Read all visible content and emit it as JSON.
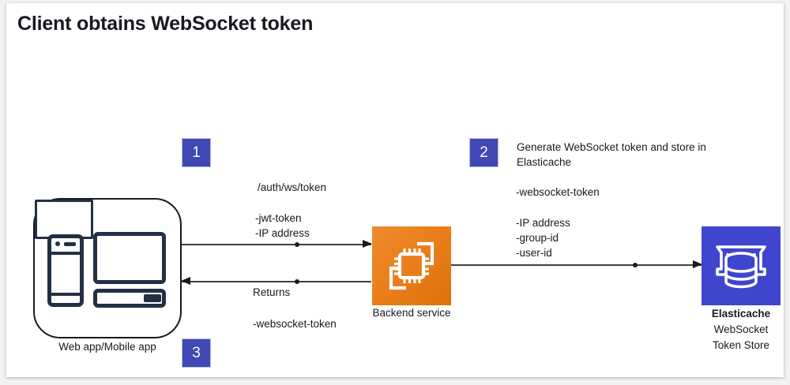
{
  "diagram": {
    "title": "Client obtains WebSocket token",
    "steps": [
      {
        "number": "1",
        "text": ""
      },
      {
        "number": "2",
        "text": "Generate WebSocket token and store in Elasticache"
      },
      {
        "number": "3",
        "text": ""
      }
    ],
    "nodes": {
      "client": {
        "label": "Web app/Mobile app",
        "icon": "web-mobile-app-icon"
      },
      "backend": {
        "label": "Backend service",
        "icon": "compute-chip-icon"
      },
      "cache": {
        "title": "Elasticache",
        "line2": "WebSocket",
        "line3": "Token Store",
        "icon": "elasticache-memory-db-icon"
      }
    },
    "annotations": {
      "request_path": "/auth/ws/token",
      "request_params": "-jwt-token\n-IP address",
      "response_label": "Returns",
      "response_token": "-websocket-token",
      "store_token": "-websocket-token",
      "store_attrs": "-IP address\n-group-id\n-user-id"
    },
    "colors": {
      "badge": "#4048b4",
      "backend": "#ea7e1b",
      "cache": "#4045ce",
      "icon_navy": "#233044",
      "arrow": "#3f3f3f",
      "text": "#16191f"
    }
  }
}
